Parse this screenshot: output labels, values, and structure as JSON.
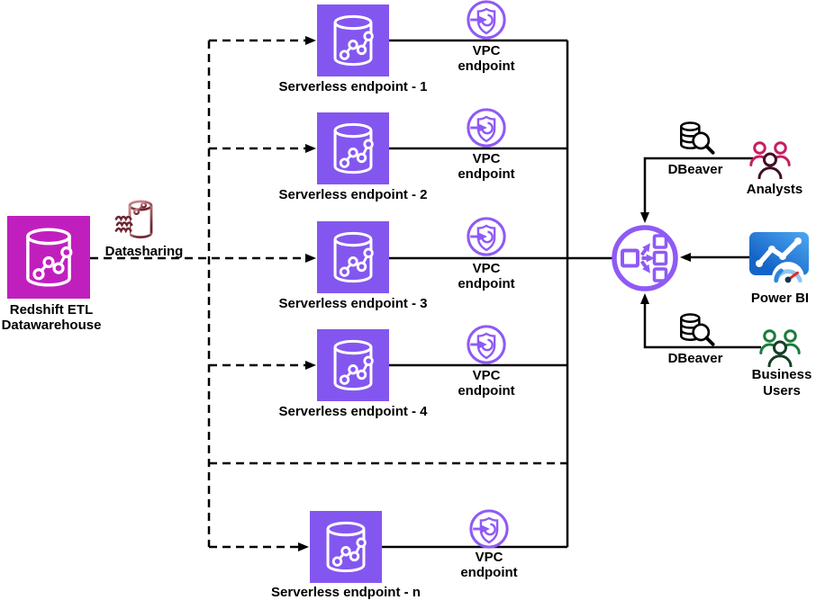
{
  "colors": {
    "line": "#000000",
    "purple": "#8456F0",
    "purple-stroke": "#8F5AF5",
    "magenta": "#C01FBE",
    "ds-light": "#DA9197",
    "ds-dark": "#6E2531",
    "an-light": "#C51F63",
    "an-dark": "#3F1024",
    "bu-light": "#1B7B3C",
    "bu-dark": "#173D26",
    "pbi-light": "#4FA8F0",
    "pbi-dark": "#1565C8",
    "gauge-arc": "#8FC6F2",
    "gauge-arc2": "#2E86DC",
    "gauge-red": "#E02B20",
    "gauge-hub": "#16334E"
  },
  "source": {
    "label": "Redshift ETL\nDatawarehouse"
  },
  "datasharing": {
    "label": "Datasharing"
  },
  "endpoints": [
    {
      "label": "Serverless endpoint - 1"
    },
    {
      "label": "Serverless endpoint - 2"
    },
    {
      "label": "Serverless endpoint - 3"
    },
    {
      "label": "Serverless endpoint - 4"
    },
    {
      "label": "Serverless endpoint - n"
    }
  ],
  "vpc_endpoint": {
    "label": "VPC\nendpoint"
  },
  "consumers": {
    "analysts": {
      "tool": "DBeaver",
      "label": "Analysts"
    },
    "power_bi": {
      "label": "Power BI"
    },
    "business_users": {
      "tool": "DBeaver",
      "label": "Business\nUsers"
    }
  },
  "icons": {
    "source": "redshift-datawarehouse-icon",
    "datasharing": "redshift-datasharing-icon",
    "endpoint": "redshift-serverless-icon",
    "vpc": "vpc-endpoint-icon",
    "hub": "load-balancer-icon",
    "dbeaver": "dbeaver-client-icon",
    "analysts": "analysts-users-icon",
    "business": "business-users-icon",
    "power_bi": "power-bi-icon"
  }
}
